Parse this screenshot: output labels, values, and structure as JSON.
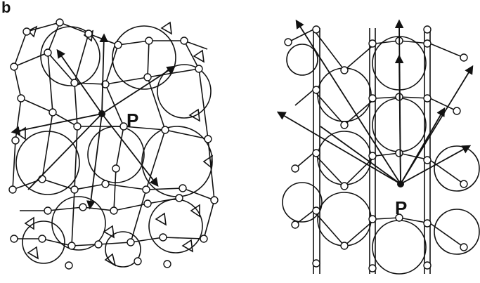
{
  "figure": {
    "panel_letter": "b",
    "left_panel": {
      "point_label": "P"
    },
    "right_panel": {
      "point_label": "P"
    }
  },
  "colors": {
    "ink": "#111111",
    "paper": "#ffffff"
  }
}
